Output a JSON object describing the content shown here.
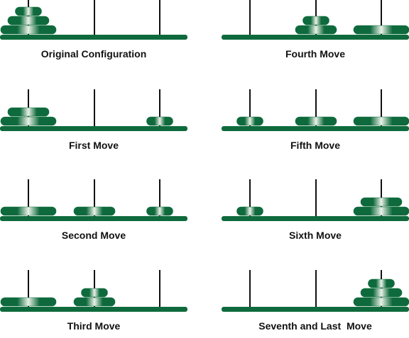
{
  "colors": {
    "base": "#0e6a3c",
    "disk_dark": "#0e6a3c",
    "disk_light": "#e9f1e7",
    "peg": "#111111",
    "caption": "#111111"
  },
  "panels": [
    {
      "caption": "Original Configuration",
      "pegs": [
        [
          3,
          2,
          1
        ],
        [],
        []
      ]
    },
    {
      "caption": "First Move",
      "pegs": [
        [
          3,
          2
        ],
        [],
        [
          1
        ]
      ]
    },
    {
      "caption": "Second Move",
      "pegs": [
        [
          3
        ],
        [
          2
        ],
        [
          1
        ]
      ]
    },
    {
      "caption": "Third Move",
      "pegs": [
        [
          3
        ],
        [
          2,
          1
        ],
        []
      ]
    },
    {
      "caption": "Fourth Move",
      "pegs": [
        [],
        [
          2,
          1
        ],
        [
          3
        ]
      ]
    },
    {
      "caption": "Fifth Move",
      "pegs": [
        [
          1
        ],
        [
          2
        ],
        [
          3
        ]
      ]
    },
    {
      "caption": "Sixth Move",
      "pegs": [
        [
          1
        ],
        [],
        [
          3,
          2
        ]
      ]
    },
    {
      "caption": "Seventh and Last  Move",
      "pegs": [
        [],
        [],
        [
          3,
          2,
          1
        ]
      ]
    }
  ]
}
